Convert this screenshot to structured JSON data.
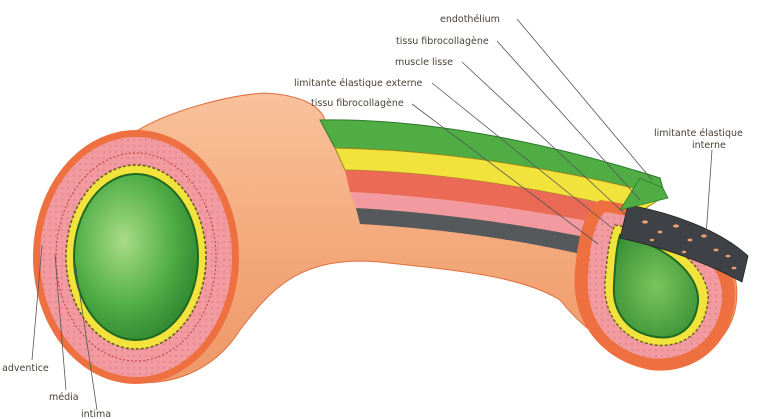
{
  "labels": {
    "endothelium": "endothélium",
    "tissu_fibro_top": "tissu fibrocollagène",
    "muscle_lisse": "muscle lisse",
    "limitante_externe": "limitante élastique externe",
    "tissu_fibro_bottom": "tissu fibrocollagène",
    "limitante_interne_1": "limitante élastique",
    "limitante_interne_2": "interne",
    "adventice": "adventice",
    "media": "média",
    "intima": "intima"
  },
  "colors": {
    "adventitia": "#f6b48a",
    "media": "#ee8e94",
    "intima_green": "#3c9c3c",
    "lumen_light": "#88cc6c",
    "elastic_yellow": "#f2e23c",
    "muscle_red": "#ea6a56",
    "dark_band": "#55595c",
    "outer_rim": "#ea6a3c"
  }
}
